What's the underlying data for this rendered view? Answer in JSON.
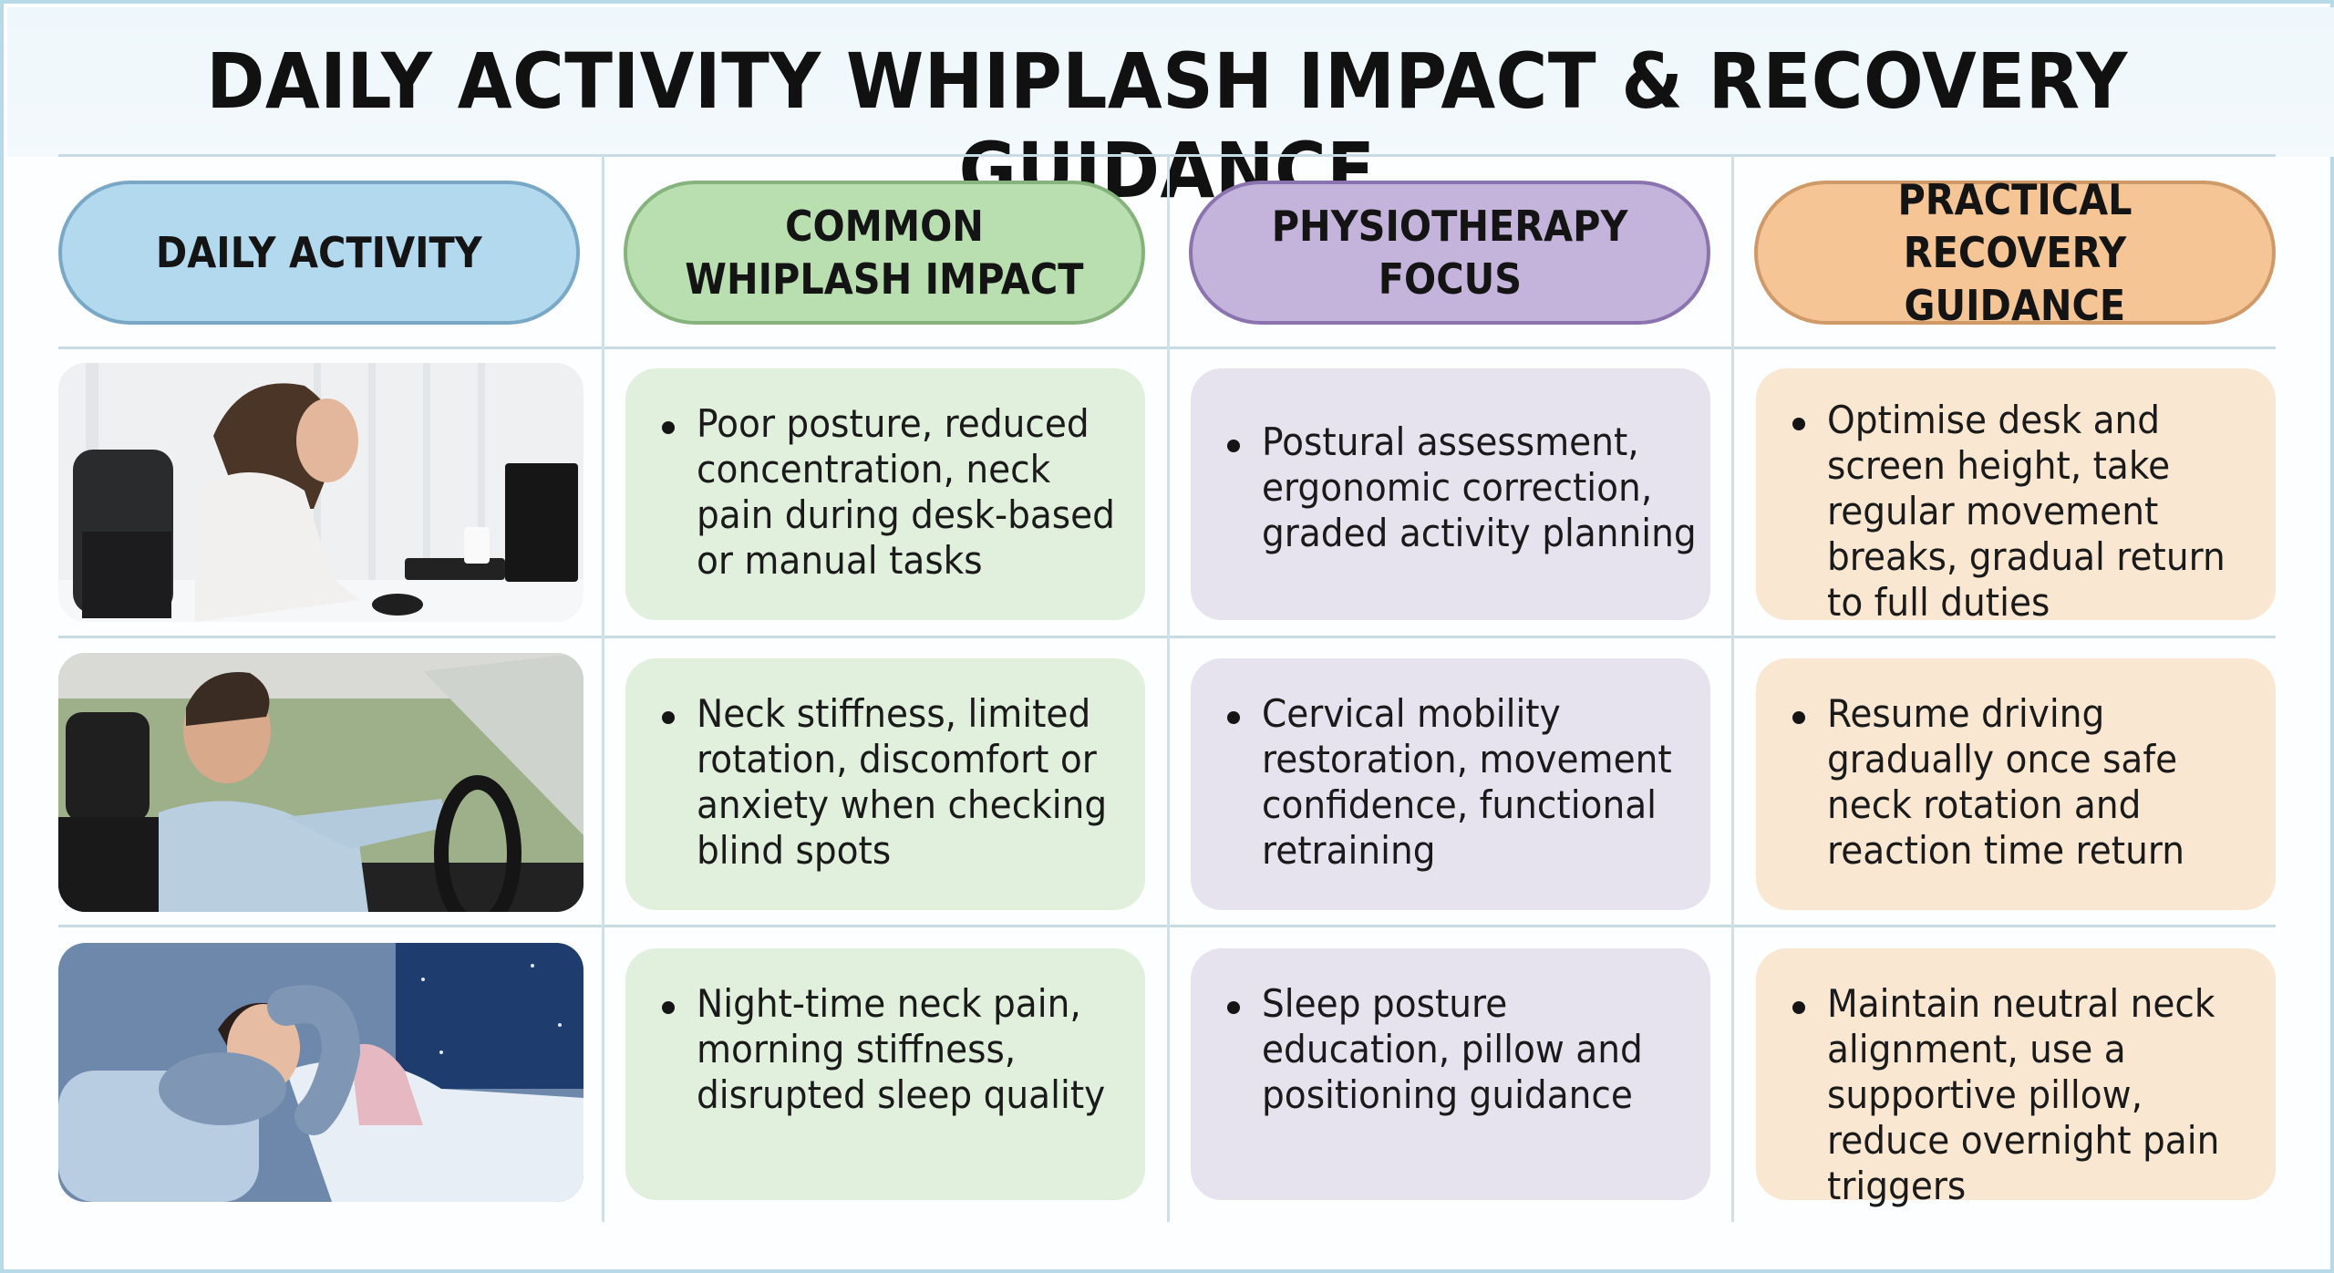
{
  "title": "DAILY ACTIVITY WHIPLASH IMPACT & RECOVERY GUIDANCE",
  "colors": {
    "frame_border": "#b7d9e8",
    "header_daily_activity": "#b3d9ee",
    "header_common_impact": "#b9dfb0",
    "header_physio_focus": "#c4b4dc",
    "header_recovery_guidance": "#f6c596",
    "card_green": "#e1f0dc",
    "card_purple": "#e7e3ee",
    "card_orange": "#fae7d2"
  },
  "columns": [
    {
      "label_line1": "DAILY ACTIVITY",
      "label_line2": ""
    },
    {
      "label_line1": "COMMON",
      "label_line2": "WHIPLASH IMPACT"
    },
    {
      "label_line1": "PHYSIOTHERAPY",
      "label_line2": "FOCUS"
    },
    {
      "label_line1": "PRACTICAL RECOVERY",
      "label_line2": "GUIDANCE"
    }
  ],
  "rows": [
    {
      "activity_image": "office-worker-at-desk-photo",
      "impact": "Poor posture, reduced concentration, neck pain during desk-based or manual tasks",
      "physio": "Postural assessment, ergonomic correction, graded activity planning",
      "guidance": "Optimise desk and screen height, take regular movement breaks, gradual return to full duties"
    },
    {
      "activity_image": "man-driving-car-photo",
      "impact": "Neck stiffness, limited rotation, discomfort or anxiety when checking blind spots",
      "physio": "Cervical mobility restoration, movement confidence, functional retraining",
      "guidance": "Resume driving gradually once safe neck rotation and reaction time return"
    },
    {
      "activity_image": "woman-sleeping-with-neck-pillow-photo",
      "impact": "Night-time neck pain, morning stiffness, disrupted sleep quality",
      "physio": "Sleep posture education, pillow and positioning guidance",
      "guidance": "Maintain neutral neck alignment, use a supportive pillow, reduce overnight pain triggers"
    }
  ]
}
